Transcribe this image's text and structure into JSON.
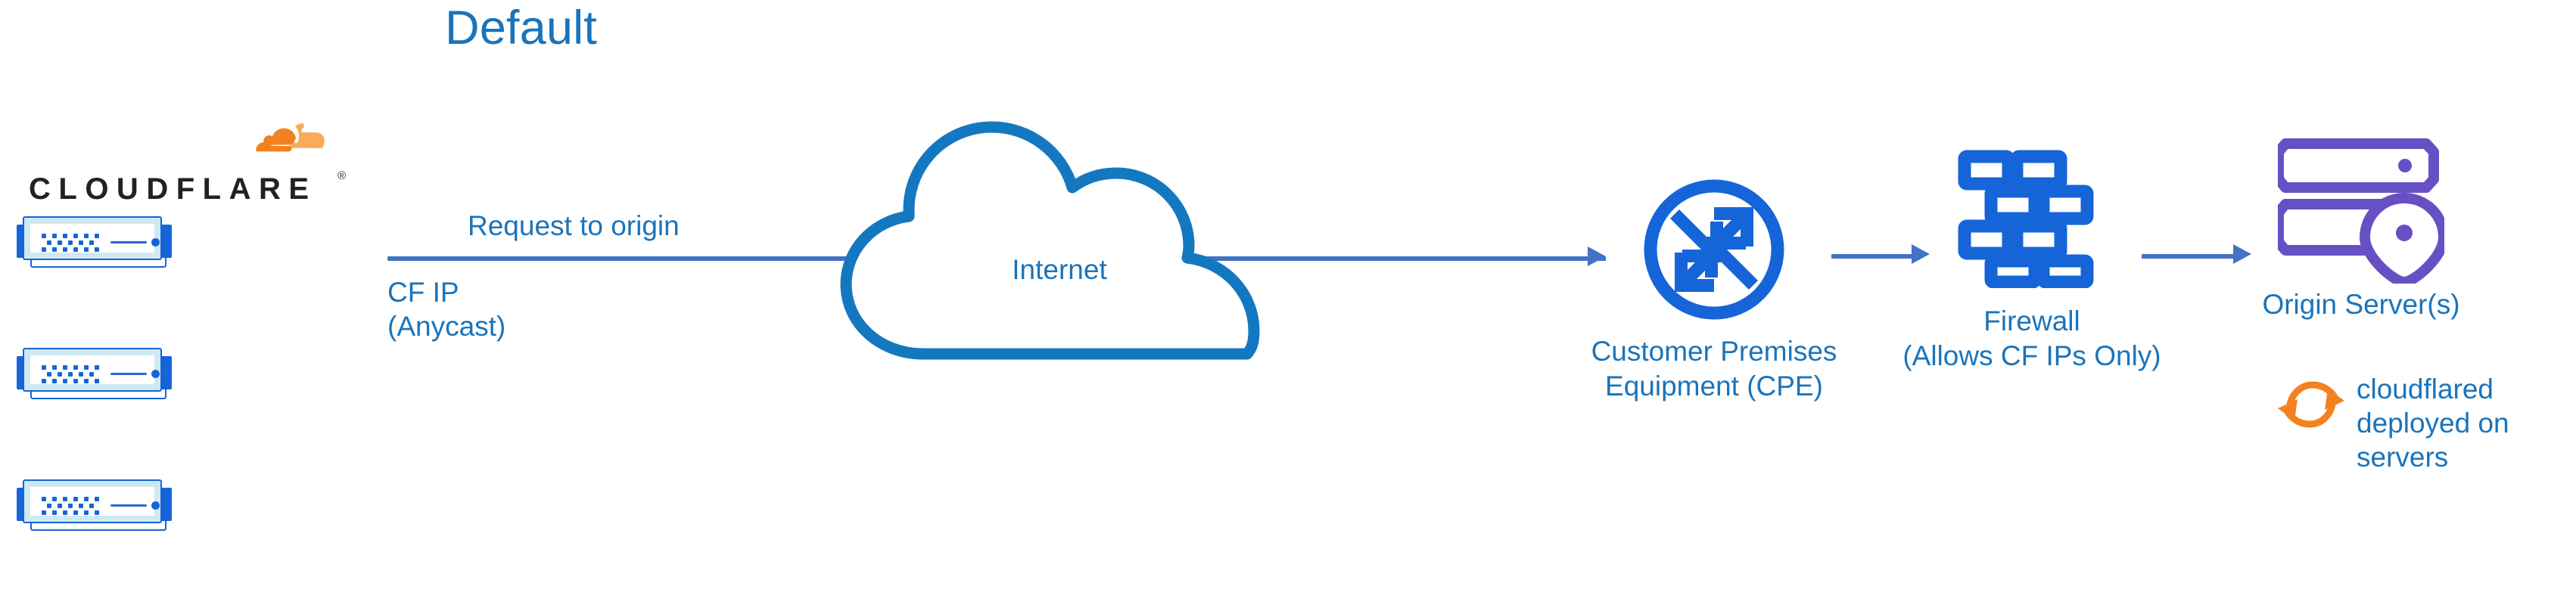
{
  "diagram": {
    "title": "Default",
    "type": "network-flow",
    "background_color": "#ffffff",
    "accent_blue": "#1a74bb",
    "line_blue": "#4472c4",
    "icon_blue": "#1565d8",
    "purple": "#6750c4",
    "orange": "#f48120"
  },
  "source": {
    "brand": "CLOUDFLARE",
    "registered_mark": "®",
    "icon": "cloudflare-cloud-logo",
    "server_count": 3,
    "servers": [
      {
        "name": "cloudflare-server-1"
      },
      {
        "name": "cloudflare-server-2"
      },
      {
        "name": "cloudflare-server-3"
      }
    ]
  },
  "connections": {
    "request_label": "Request to origin",
    "source_ip_label_line1": "CF IP",
    "source_ip_label_line2": "(Anycast)"
  },
  "nodes": [
    {
      "id": "internet",
      "icon": "cloud-icon",
      "label": "Internet",
      "label_position": "inside"
    },
    {
      "id": "cpe",
      "icon": "router-icon",
      "label_line1": "Customer Premises",
      "label_line2": "Equipment (CPE)"
    },
    {
      "id": "firewall",
      "icon": "brick-wall-icon",
      "label_line1": "Firewall",
      "label_line2": "(Allows CF IPs Only)"
    },
    {
      "id": "origin",
      "icon": "server-rack-location-icon",
      "label_line1": "Origin Server(s)"
    }
  ],
  "annotation": {
    "icon": "sync-arrows-icon",
    "line1": "cloudflared",
    "line2": "deployed on",
    "line3": "servers"
  }
}
